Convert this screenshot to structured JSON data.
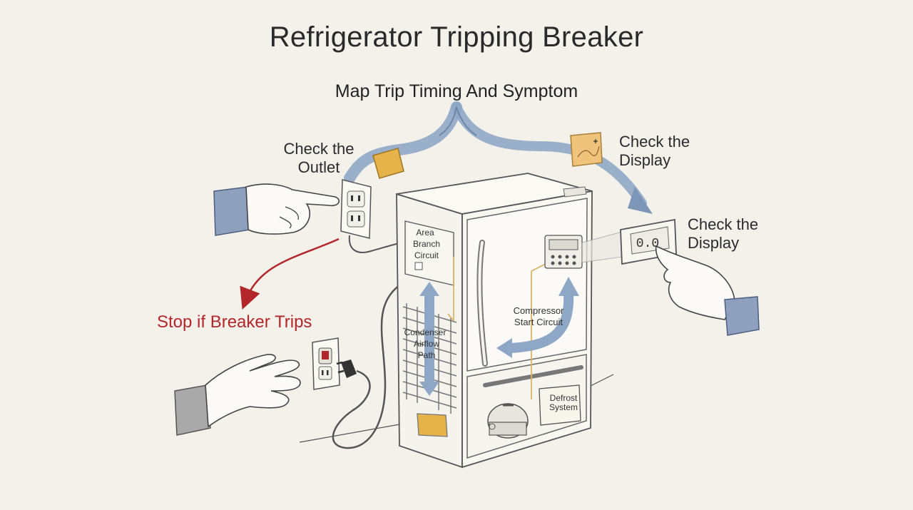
{
  "title": "Refrigerator Tripping Breaker",
  "subtitle": "Map Trip Timing And Symptom",
  "callouts": {
    "check_outlet": "Check the\nOutlet",
    "check_display_top": "Check the\nDisplay",
    "check_display_right": "Check the\nDisplay",
    "stop_if_breaker_trips": "Stop if Breaker Trips"
  },
  "fridge_labels": {
    "area_branch_circuit": [
      "Area",
      "Branch",
      "Circuit"
    ],
    "condenser_airflow_path": [
      "Condenser",
      "Airflow",
      "Path"
    ],
    "compressor_start_circuit": [
      "Compressor",
      "Start Circuit"
    ],
    "defrost_system": [
      "Defrost",
      "System"
    ]
  },
  "display_readout": "0.0",
  "colors": {
    "background": "#f3f1ea",
    "arrow_blue": "#8fa7c7",
    "warning_red": "#b3262a",
    "wire_orange": "#d9b36a",
    "ink": "#2b2b2b"
  }
}
